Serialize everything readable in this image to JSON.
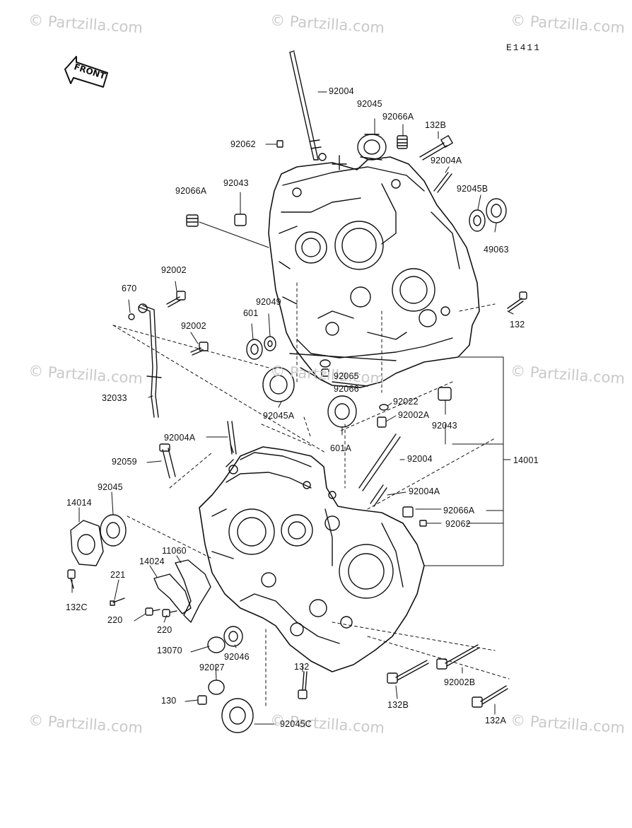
{
  "diagram": {
    "code": "E1411",
    "front_label": "FRONT",
    "watermark": "© Partzilla.com",
    "parts": {
      "p92004_top": "92004",
      "p92045_top": "92045",
      "p92066A_top": "92066A",
      "p132B_top": "132B",
      "p92062_top": "92062",
      "p92004A_top": "92004A",
      "p92066A_left": "92066A",
      "p92043_top": "92043",
      "p92045B": "92045B",
      "p49063": "49063",
      "p92002_a": "92002",
      "p670": "670",
      "p132_right": "132",
      "p92049": "92049",
      "p601": "601",
      "p92002_b": "92002",
      "p92065": "92065",
      "p92066": "92066",
      "p32033": "32033",
      "p92045A": "92045A",
      "p92022": "92022",
      "p92002A": "92002A",
      "p92043_mid": "92043",
      "p601A": "601A",
      "p92004A_mid": "92004A",
      "p92004_mid": "92004",
      "p14001": "14001",
      "p92059": "92059",
      "p92004A_low": "92004A",
      "p92045_left": "92045",
      "p14014": "14014",
      "p92066A_low": "92066A",
      "p92062_low": "92062",
      "p11060": "11060",
      "p14024": "14024",
      "p221": "221",
      "p132C": "132C",
      "p220_a": "220",
      "p220_b": "220",
      "p13070": "13070",
      "p92046": "92046",
      "p92027": "92027",
      "p132_low": "132",
      "p92002B": "92002B",
      "p130": "130",
      "p132B_low": "132B",
      "p132A": "132A",
      "p92045C": "92045C"
    }
  }
}
